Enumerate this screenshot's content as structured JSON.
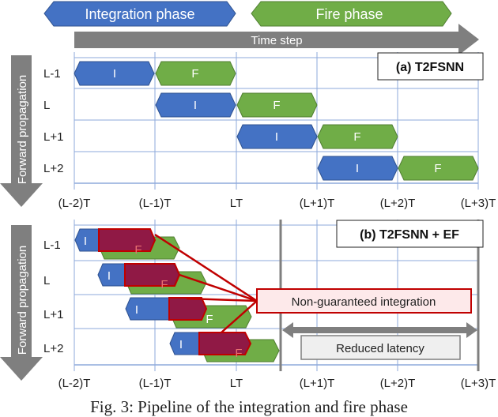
{
  "legend": {
    "integration_label": "Integration phase",
    "fire_label": "Fire phase",
    "time_step_label": "Time step",
    "forward_propagation_label": "Forward propagation"
  },
  "colors": {
    "integration": "#4472C4",
    "integration_border": "#2F528F",
    "fire": "#70AD47",
    "fire_border": "#507E32",
    "highlight": "#C00000",
    "grid": "#8EAADB",
    "arrow_gray": "#7F7F7F"
  },
  "x_ticks": [
    "(L-2)T",
    "(L-1)T",
    "LT",
    "(L+1)T",
    "(L+2)T",
    "(L+3)T"
  ],
  "panel_a": {
    "title": "(a) T2FSNN",
    "rows": [
      "L-1",
      "L",
      "L+1",
      "L+2"
    ],
    "integration_letter": "I",
    "fire_letter": "F"
  },
  "panel_b": {
    "title": "(b) T2FSNN + EF",
    "rows": [
      "L-1",
      "L",
      "L+1",
      "L+2"
    ],
    "integration_letter": "I",
    "fire_letter": "F",
    "callout_label": "Non-guaranteed integration",
    "latency_label": "Reduced latency"
  },
  "caption": "Fig. 3: Pipeline of the integration and fire phase"
}
